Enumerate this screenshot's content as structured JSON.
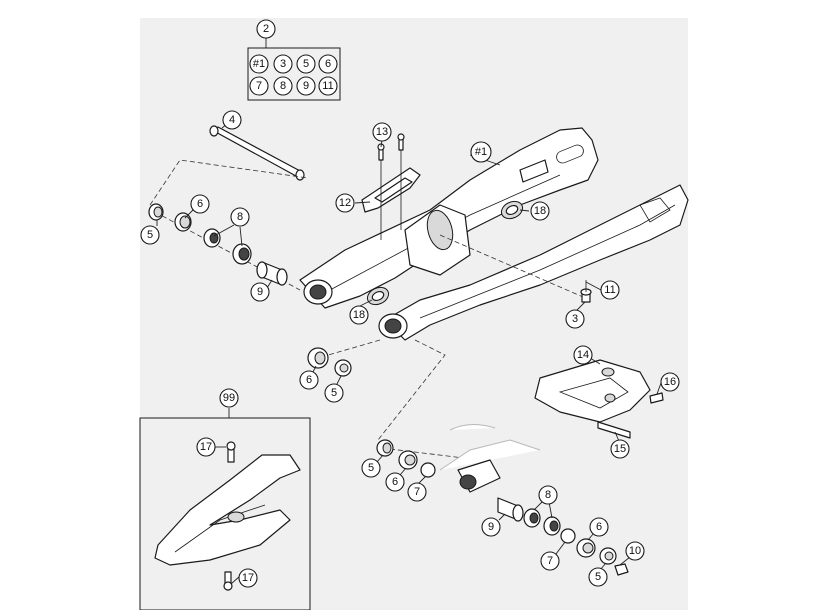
{
  "callouts": {
    "c2": "2",
    "k1": "#1",
    "k3": "3",
    "k5": "5",
    "k6": "6",
    "k7": "7",
    "k8": "8",
    "k9": "9",
    "k11": "11",
    "c4": "4",
    "c13": "13",
    "c1": "#1",
    "c12": "12",
    "c18a": "18",
    "c5a": "5",
    "c6a": "6",
    "c8a": "8",
    "c9a": "9",
    "c11": "11",
    "c3": "3",
    "c18b": "18",
    "c6b": "6",
    "c5b": "5",
    "c14": "14",
    "c16": "16",
    "c15": "15",
    "c99": "99",
    "c17a": "17",
    "c17b": "17",
    "c5c": "5",
    "c6c": "6",
    "c7a": "7",
    "c8b": "8",
    "c9b": "9",
    "c7b": "7",
    "c6d": "6",
    "c10": "10",
    "c5d": "5"
  },
  "colors": {
    "line": "#1a1a1a",
    "background": "#ffffff",
    "background_panel": "#f0f0f0"
  }
}
